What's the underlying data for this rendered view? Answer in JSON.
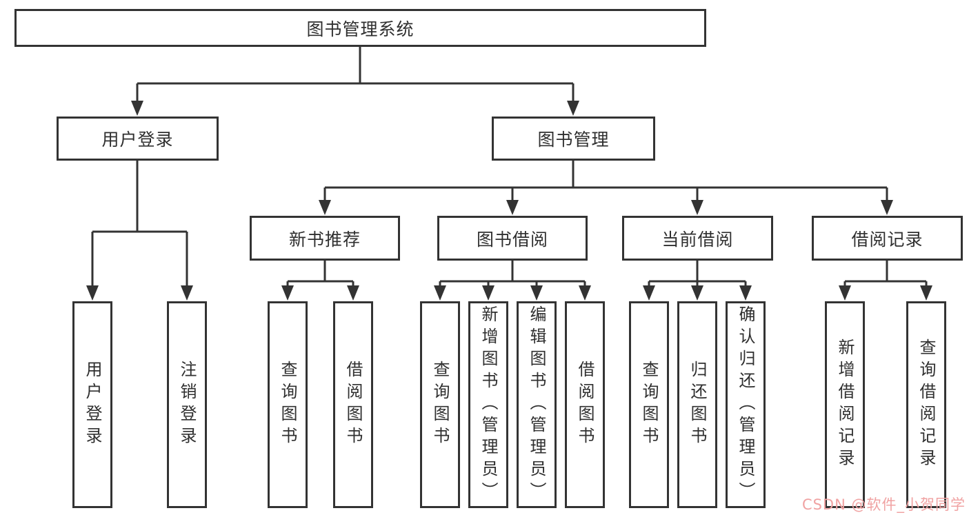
{
  "nodes": {
    "root": {
      "label": "图书管理系统"
    },
    "level2": [
      {
        "label": "用户登录"
      },
      {
        "label": "图书管理"
      }
    ],
    "level3": [
      {
        "label": "新书推荐"
      },
      {
        "label": "图书借阅"
      },
      {
        "label": "当前借阅"
      },
      {
        "label": "借阅记录"
      }
    ],
    "leaves": [
      {
        "label": "用户登录"
      },
      {
        "label": "注销登录"
      },
      {
        "label": "查询图书"
      },
      {
        "label": "借阅图书"
      },
      {
        "label": "查询图书"
      },
      {
        "label": "新增图书（管理员）"
      },
      {
        "label": "编辑图书（管理员）"
      },
      {
        "label": "借阅图书"
      },
      {
        "label": "查询图书"
      },
      {
        "label": "归还图书"
      },
      {
        "label": "确认归还（管理员）"
      },
      {
        "label": "新增借阅记录"
      },
      {
        "label": "查询借阅记录"
      }
    ]
  },
  "watermark": {
    "text": "CSDN @软件_小贺同学"
  },
  "colors": {
    "line": "#333333",
    "text": "#2f2f2f",
    "background": "#ffffff",
    "watermark": "#f0a2a2"
  }
}
